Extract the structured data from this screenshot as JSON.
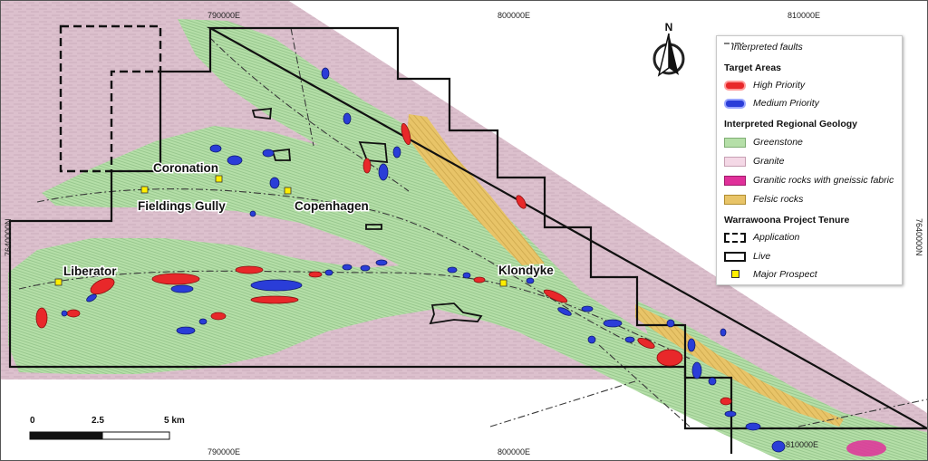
{
  "map": {
    "coords": {
      "top": [
        "790000E",
        "800000E",
        "810000E"
      ],
      "bottom": [
        "790000E",
        "800000E",
        "810000E"
      ],
      "left": "7640000N",
      "right": "7640000N"
    },
    "prospects": {
      "coronation": "Coronation",
      "fieldings_gully": "Fieldings Gully",
      "copenhagen": "Copenhagen",
      "liberator": "Liberator",
      "klondyke": "Klondyke"
    },
    "north_label": "N",
    "scale": {
      "ticks": [
        "0",
        "2.5",
        "5 km"
      ]
    },
    "colors": {
      "greenstone": "#b5dfa8",
      "granite": "#dfc3d0",
      "felsic": "#e8c468",
      "gneissic": "#e0309a",
      "high_priority": "#e8282a",
      "medium_priority": "#2a3dd8",
      "prospect": "#ffee00"
    }
  },
  "legend": {
    "faults": "Interpreted faults",
    "target_areas": {
      "heading": "Target Areas",
      "items": [
        "High Priority",
        "Medium Priority"
      ]
    },
    "geology": {
      "heading": "Interpreted Regional Geology",
      "items": [
        "Greenstone",
        "Granite",
        "Granitic rocks with gneissic fabric",
        "Felsic rocks"
      ]
    },
    "tenure": {
      "heading": "Warrawoona Project Tenure",
      "items": [
        "Application",
        "Live",
        "Major Prospect"
      ]
    }
  }
}
